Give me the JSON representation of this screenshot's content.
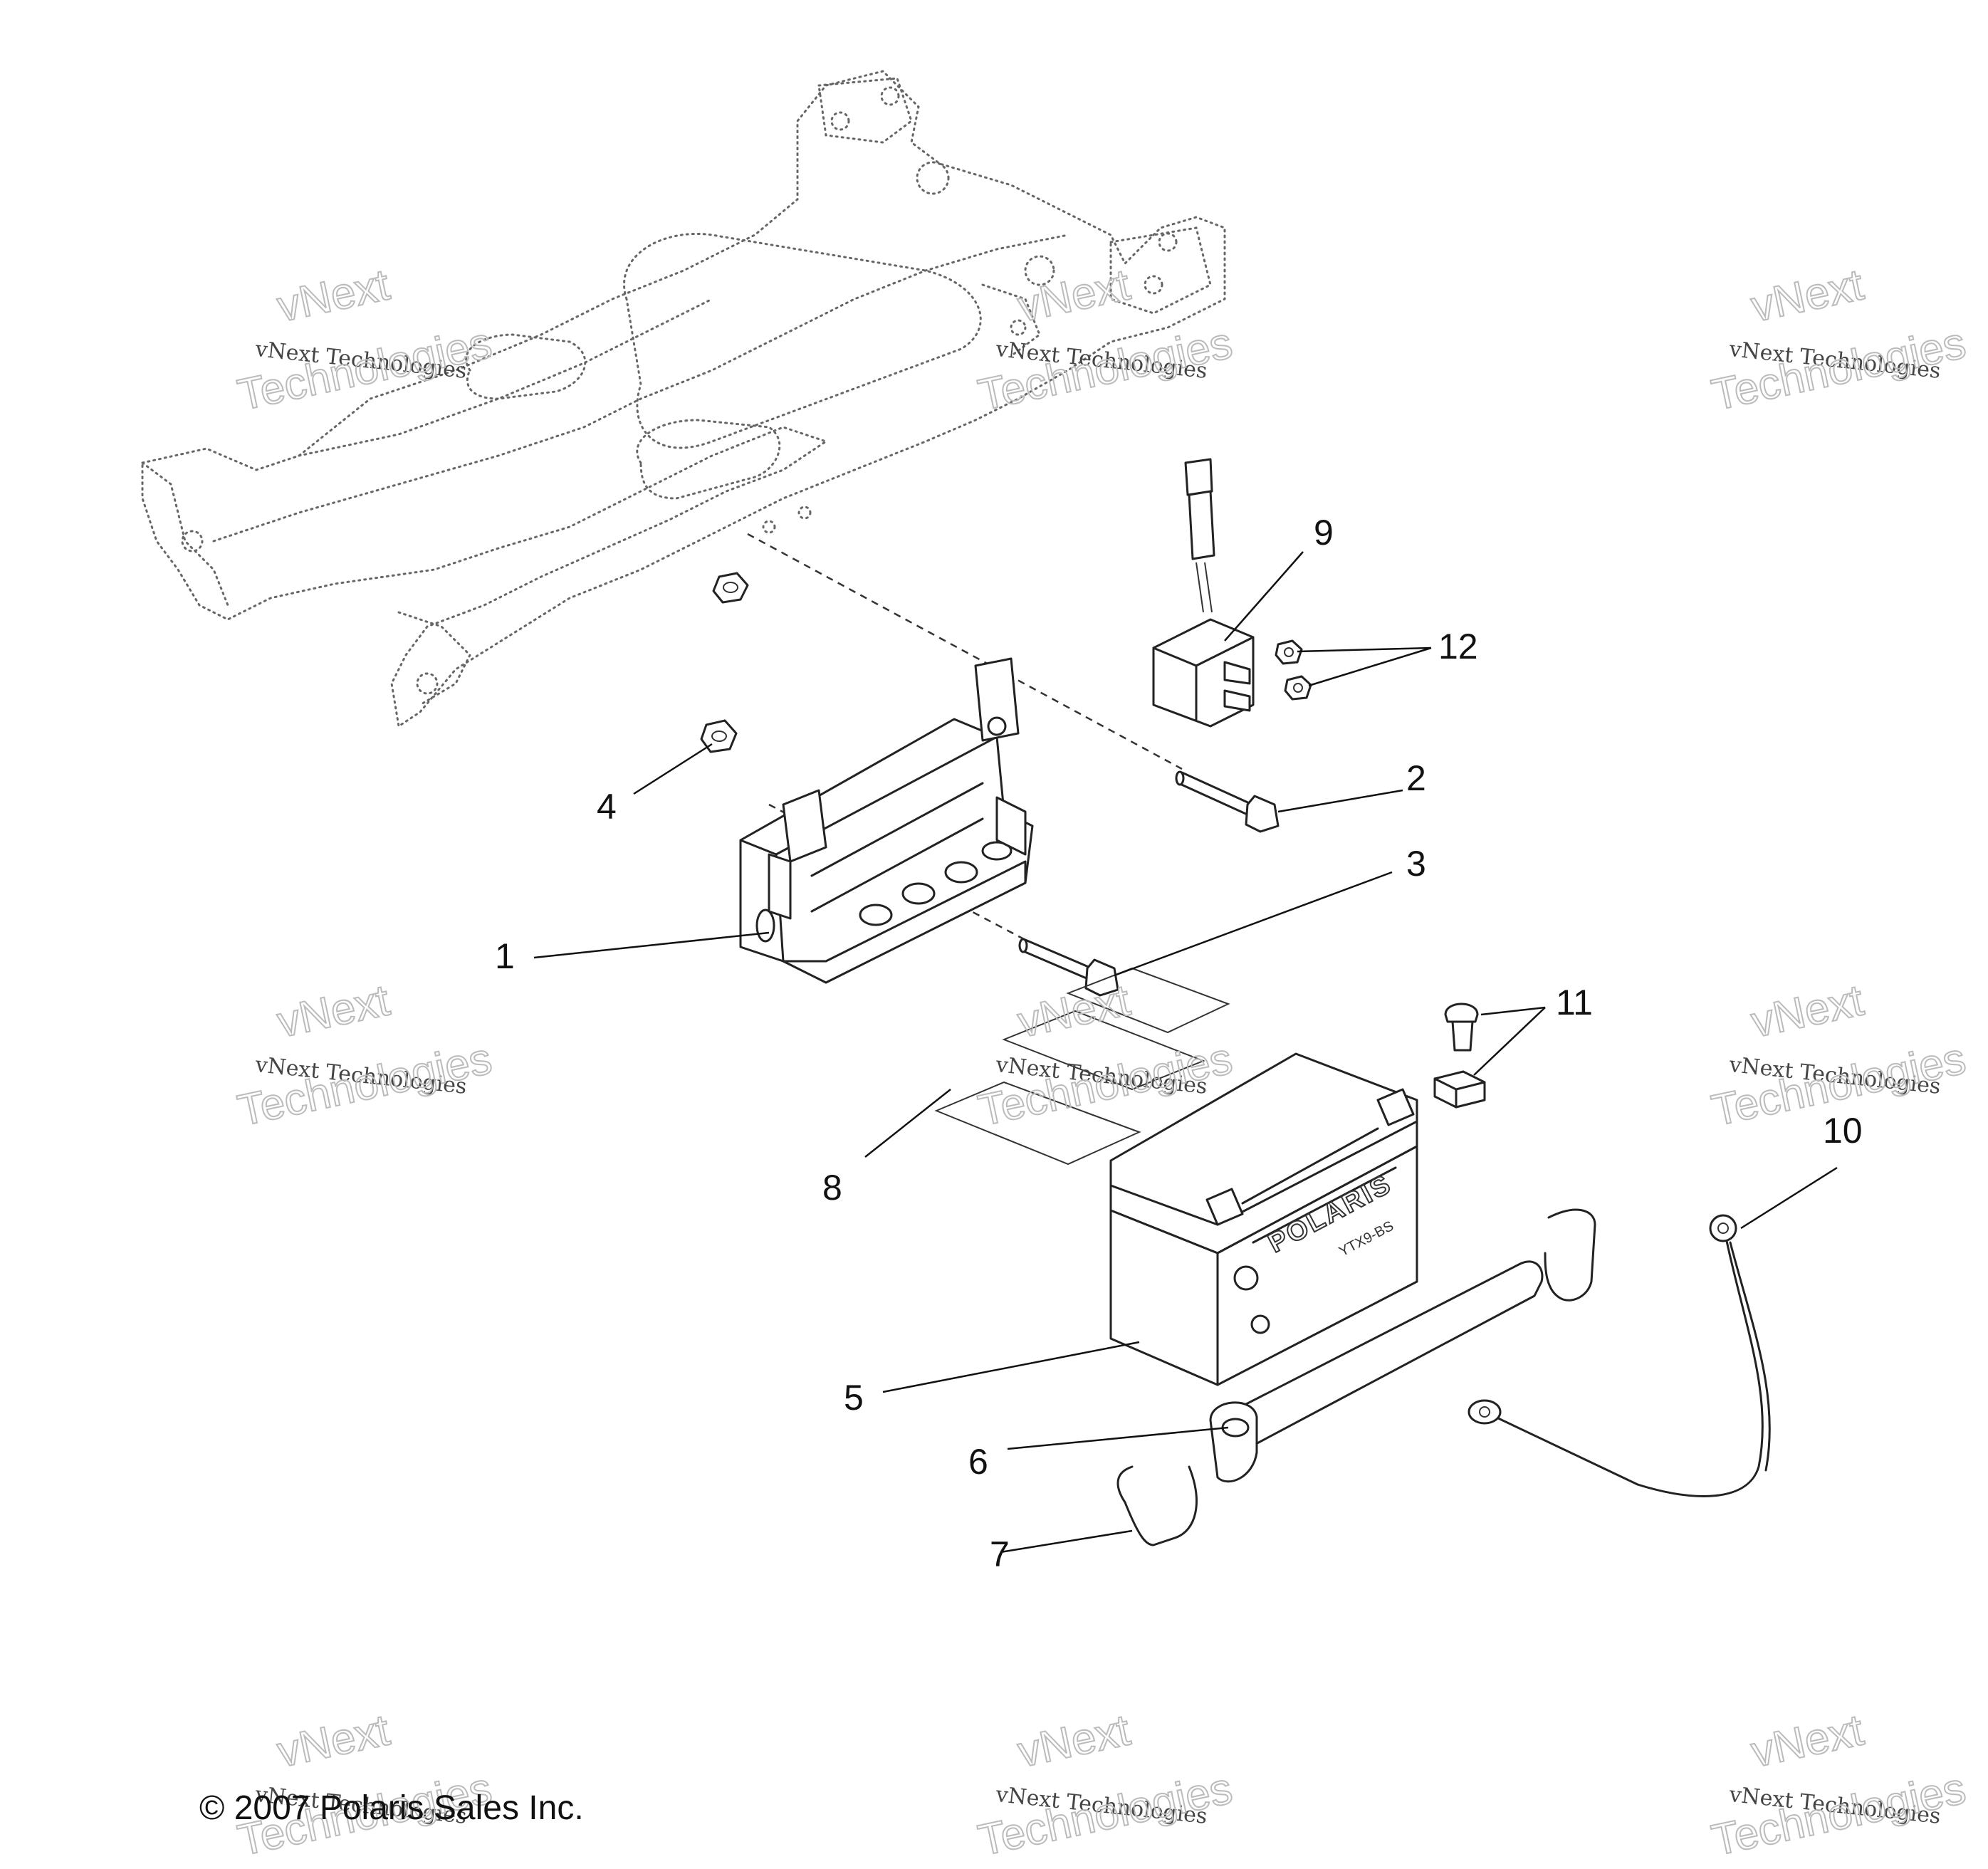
{
  "callouts": {
    "c1": "1",
    "c2": "2",
    "c3": "3",
    "c4": "4",
    "c5": "5",
    "c6": "6",
    "c7": "7",
    "c8": "8",
    "c9": "9",
    "c10": "10",
    "c11": "11",
    "c12": "12"
  },
  "battery": {
    "brand": "POLARIS",
    "model": "YTX9-BS"
  },
  "copyright": "© 2007 Polaris Sales Inc.",
  "watermark": {
    "line1": "vNext Technologies",
    "line2": "vNext",
    "line3": "Technologies"
  }
}
